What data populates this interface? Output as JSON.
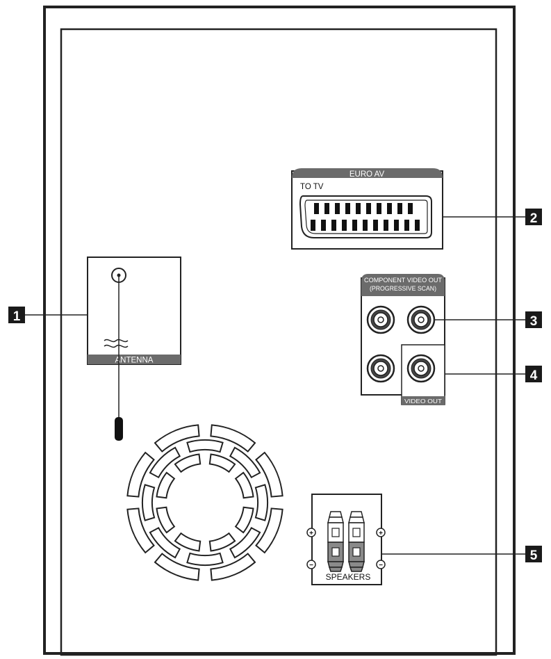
{
  "callouts": [
    "1",
    "2",
    "3",
    "4",
    "5"
  ],
  "antenna": {
    "label": "ANTENNA"
  },
  "euro_av": {
    "title": "EURO AV",
    "sub_label": "TO TV"
  },
  "component": {
    "title_line1": "COMPONENT VIDEO OUT",
    "title_line2": "(PROGRESSIVE SCAN)"
  },
  "video_out": {
    "label": "VIDEO OUT"
  },
  "speakers": {
    "label": "SPEAKERS",
    "plus_symbol": "+",
    "minus_symbol": "−"
  },
  "colors": {
    "line": "#222222",
    "panel_gray": "#6b6b6b",
    "callout_bg": "#1a1a1a",
    "callout_text": "#ffffff"
  }
}
